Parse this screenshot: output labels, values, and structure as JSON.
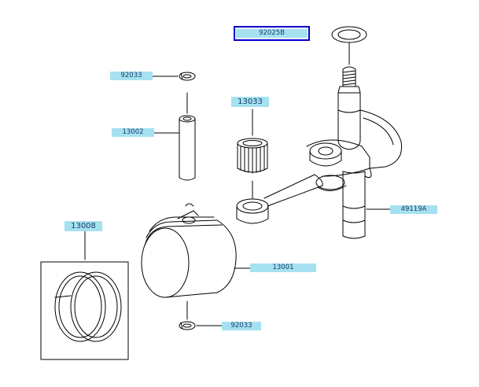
{
  "parts": [
    {
      "id": "p-92025B",
      "number": "92025B",
      "selected": true
    },
    {
      "id": "p-92033-top",
      "number": "92033"
    },
    {
      "id": "p-13033",
      "number": "13033"
    },
    {
      "id": "p-13002",
      "number": "13002"
    },
    {
      "id": "p-49119A",
      "number": "49119A"
    },
    {
      "id": "p-13008",
      "number": "13008"
    },
    {
      "id": "p-13001",
      "number": "13001"
    },
    {
      "id": "p-92033-bottom",
      "number": "92033"
    }
  ],
  "colors": {
    "label_bg": "#a5e1f0",
    "label_text": "#1a3a6a",
    "selected_border": "#0000cc",
    "line": "#000000"
  }
}
